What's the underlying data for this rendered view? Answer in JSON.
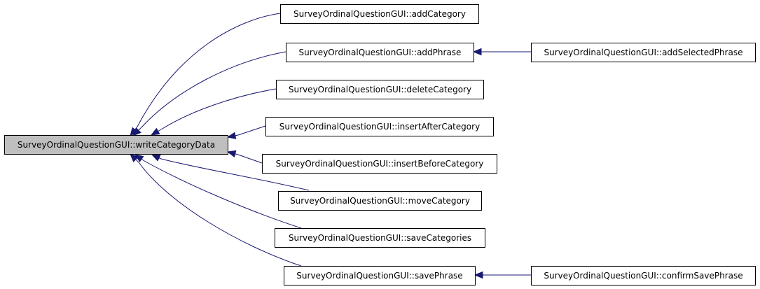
{
  "graph": {
    "colors": {
      "edge": "#191970",
      "root_fill": "#bfbfbf",
      "node_fill": "#ffffff",
      "border": "#000000"
    },
    "nodes": [
      {
        "id": "root",
        "label": "SurveyOrdinalQuestionGUI::writeCategoryData"
      },
      {
        "id": "addCategory",
        "label": "SurveyOrdinalQuestionGUI::addCategory"
      },
      {
        "id": "addPhrase",
        "label": "SurveyOrdinalQuestionGUI::addPhrase"
      },
      {
        "id": "addSelectedPhrase",
        "label": "SurveyOrdinalQuestionGUI::addSelectedPhrase"
      },
      {
        "id": "deleteCategory",
        "label": "SurveyOrdinalQuestionGUI::deleteCategory"
      },
      {
        "id": "insertAfterCategory",
        "label": "SurveyOrdinalQuestionGUI::insertAfterCategory"
      },
      {
        "id": "insertBeforeCategory",
        "label": "SurveyOrdinalQuestionGUI::insertBeforeCategory"
      },
      {
        "id": "moveCategory",
        "label": "SurveyOrdinalQuestionGUI::moveCategory"
      },
      {
        "id": "saveCategories",
        "label": "SurveyOrdinalQuestionGUI::saveCategories"
      },
      {
        "id": "savePhrase",
        "label": "SurveyOrdinalQuestionGUI::savePhrase"
      },
      {
        "id": "confirmSavePhrase",
        "label": "SurveyOrdinalQuestionGUI::confirmSavePhrase"
      }
    ],
    "edges": [
      {
        "from": "addCategory",
        "to": "root"
      },
      {
        "from": "addPhrase",
        "to": "root"
      },
      {
        "from": "deleteCategory",
        "to": "root"
      },
      {
        "from": "insertAfterCategory",
        "to": "root"
      },
      {
        "from": "insertBeforeCategory",
        "to": "root"
      },
      {
        "from": "moveCategory",
        "to": "root"
      },
      {
        "from": "saveCategories",
        "to": "root"
      },
      {
        "from": "savePhrase",
        "to": "root"
      },
      {
        "from": "addSelectedPhrase",
        "to": "addPhrase"
      },
      {
        "from": "confirmSavePhrase",
        "to": "savePhrase"
      }
    ]
  }
}
